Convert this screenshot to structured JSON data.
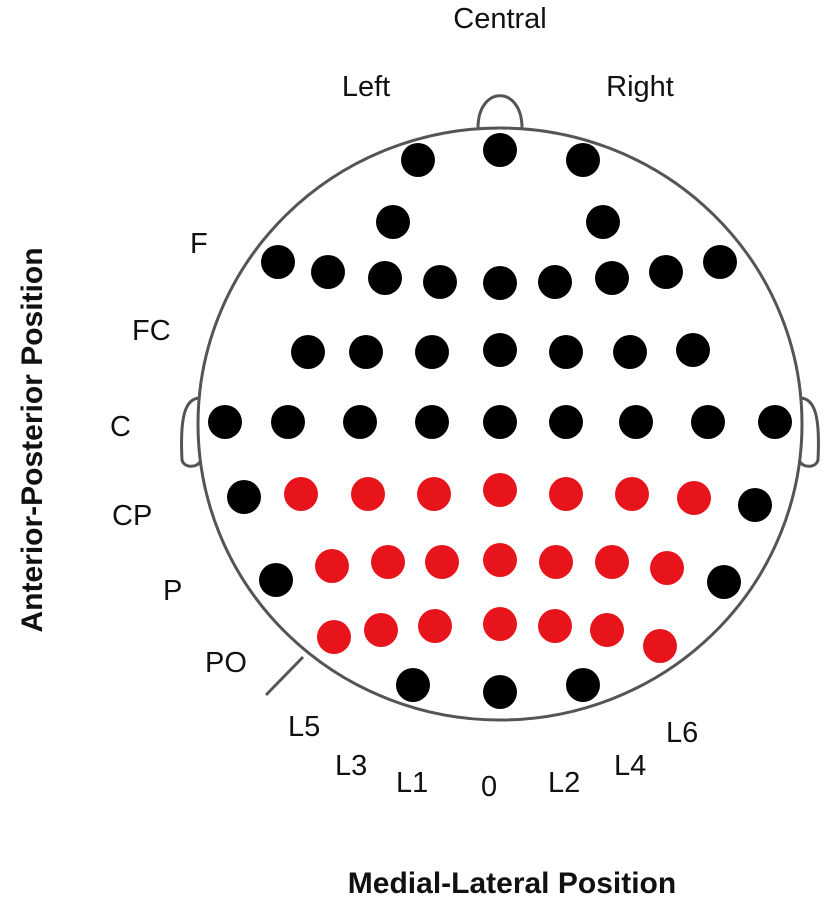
{
  "top_labels": {
    "central": "Central",
    "left": "Left",
    "right": "Right"
  },
  "row_labels": [
    "F",
    "FC",
    "C",
    "CP",
    "P",
    "PO"
  ],
  "lateral_labels": [
    "L5",
    "L3",
    "L1",
    "0",
    "L2",
    "L4",
    "L6"
  ],
  "axes": {
    "x_title": "Medial-Lateral Position",
    "y_title": "Anterior-Posterior Position"
  },
  "colors": {
    "inactive": "#000000",
    "active": "#e8141c",
    "head_outline": "#555555"
  },
  "electrode_rows": [
    {
      "row": "top-1",
      "active": [
        false,
        false,
        false
      ]
    },
    {
      "row": "top-2",
      "active": [
        false,
        false
      ]
    },
    {
      "row": "F",
      "active": [
        false,
        false,
        false,
        false,
        false,
        false,
        false,
        false,
        false
      ]
    },
    {
      "row": "FC",
      "active": [
        false,
        false,
        false,
        false,
        false,
        false,
        false
      ]
    },
    {
      "row": "C",
      "active": [
        false,
        false,
        false,
        false,
        false,
        false,
        false,
        false,
        false
      ]
    },
    {
      "row": "CP",
      "active": [
        false,
        true,
        true,
        true,
        true,
        true,
        true,
        true,
        false
      ]
    },
    {
      "row": "P",
      "active": [
        false,
        true,
        true,
        true,
        true,
        true,
        true,
        true,
        false
      ]
    },
    {
      "row": "PO",
      "active": [
        true,
        true,
        true,
        true,
        true,
        true,
        true
      ]
    },
    {
      "row": "O",
      "active": [
        false,
        false,
        false
      ]
    }
  ]
}
